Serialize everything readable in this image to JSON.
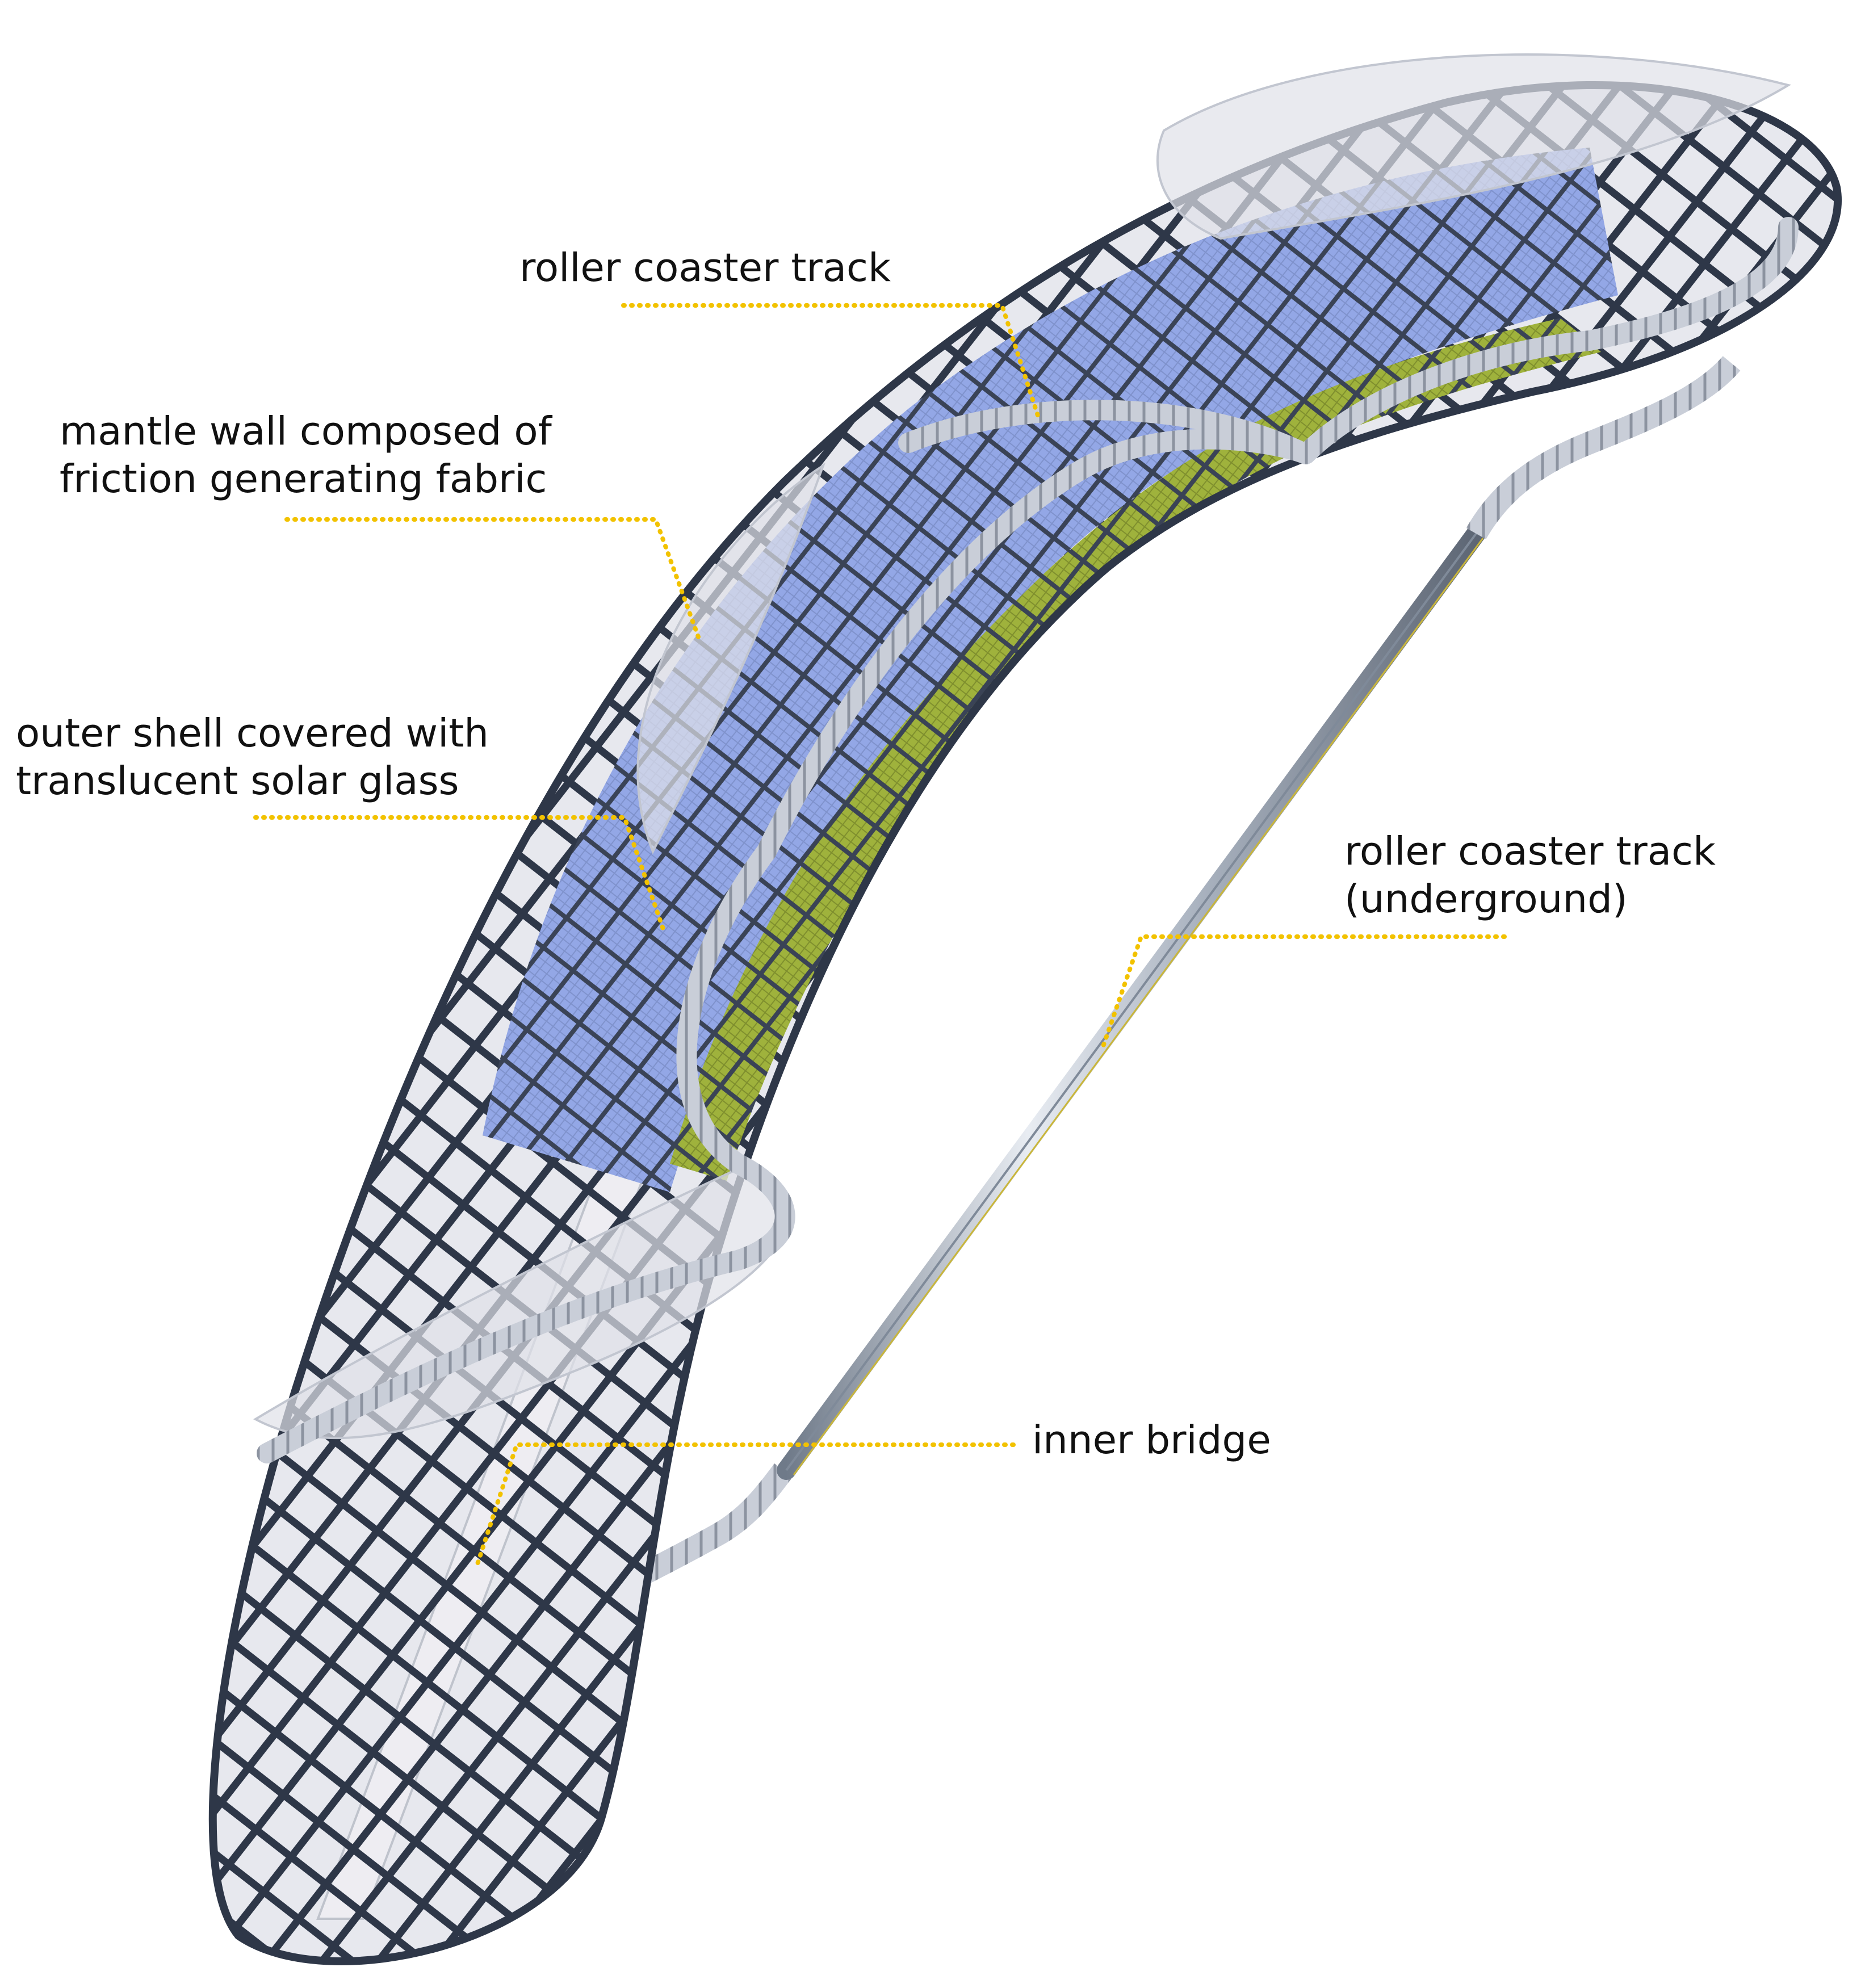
{
  "colors": {
    "background": "#ffffff",
    "leader_line": "#f2c200",
    "label_text": "#111111",
    "mesh": "#2e3748",
    "solar_glass": "#8ea4e3",
    "solar_glass_green": "#a8c43a",
    "fabric": "#d9dce3",
    "bridge": "#eaeaf0",
    "track_pipe": "#a9b2bf"
  },
  "annotations": {
    "roller_coaster_track": {
      "lines": [
        "roller coaster track"
      ]
    },
    "mantle_wall": {
      "lines": [
        "mantle wall composed of",
        "friction generating fabric"
      ]
    },
    "outer_shell": {
      "lines": [
        "outer shell covered with",
        "translucent solar glass"
      ]
    },
    "roller_coaster_track_underground": {
      "lines": [
        "roller coaster track",
        "(underground)"
      ]
    },
    "inner_bridge": {
      "lines": [
        "inner bridge"
      ]
    }
  },
  "parts": [
    {
      "name": "tube-mesh-structure",
      "icon": "lattice-tube"
    },
    {
      "name": "solar-glass-panels",
      "icon": "glass-panel-grid"
    },
    {
      "name": "mantle-fabric-fins",
      "icon": "translucent-fin"
    },
    {
      "name": "roller-coaster-track",
      "icon": "ladder-track"
    },
    {
      "name": "underground-track-pipe",
      "icon": "straight-pipe"
    },
    {
      "name": "inner-bridge",
      "icon": "flat-ramp"
    }
  ]
}
